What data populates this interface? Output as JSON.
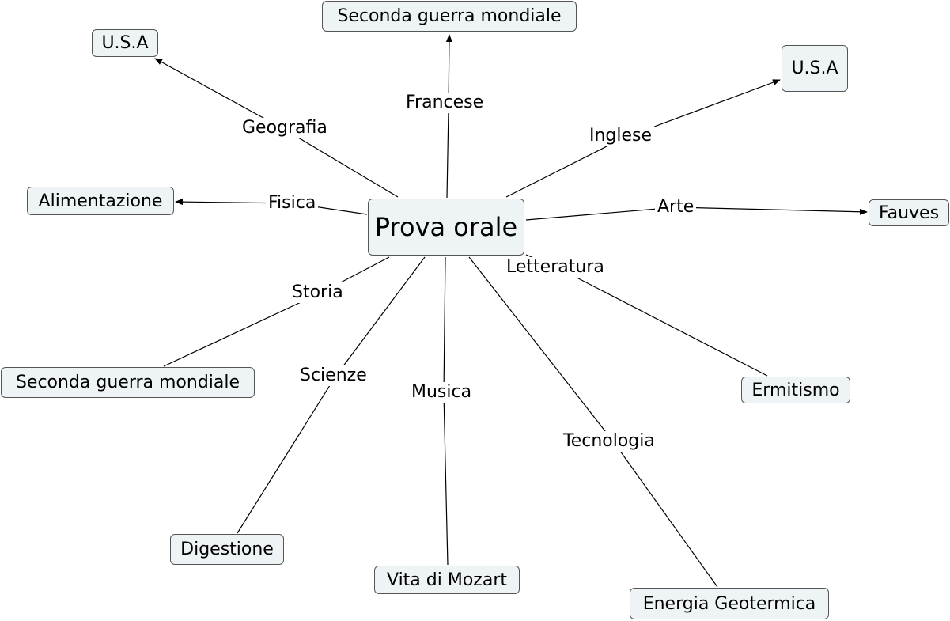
{
  "center": {
    "label": "Prova orale"
  },
  "branches": {
    "francese": {
      "link": "Francese",
      "target": "Seconda guerra mondiale",
      "arrow": true
    },
    "geografia": {
      "link": "Geografia",
      "target": "U.S.A",
      "arrow": true
    },
    "inglese": {
      "link": "Inglese",
      "target": "U.S.A",
      "arrow": true
    },
    "fisica": {
      "link": "Fisica",
      "target": "Alimentazione",
      "arrow": true
    },
    "arte": {
      "link": "Arte",
      "target": "Fauves",
      "arrow": true
    },
    "letteratura": {
      "link": "Letteratura",
      "target": "Ermitismo",
      "arrow": false
    },
    "storia": {
      "link": "Storia",
      "target": "Seconda guerra mondiale",
      "arrow": false
    },
    "scienze": {
      "link": "Scienze",
      "target": "Digestione",
      "arrow": false
    },
    "musica": {
      "link": "Musica",
      "target": "Vita di Mozart",
      "arrow": false
    },
    "tecnologia": {
      "link": "Tecnologia",
      "target": "Energia Geotermica",
      "arrow": false
    }
  },
  "colors": {
    "node_fill": "#eef4f5",
    "node_border": "#555555",
    "line": "#000000"
  }
}
